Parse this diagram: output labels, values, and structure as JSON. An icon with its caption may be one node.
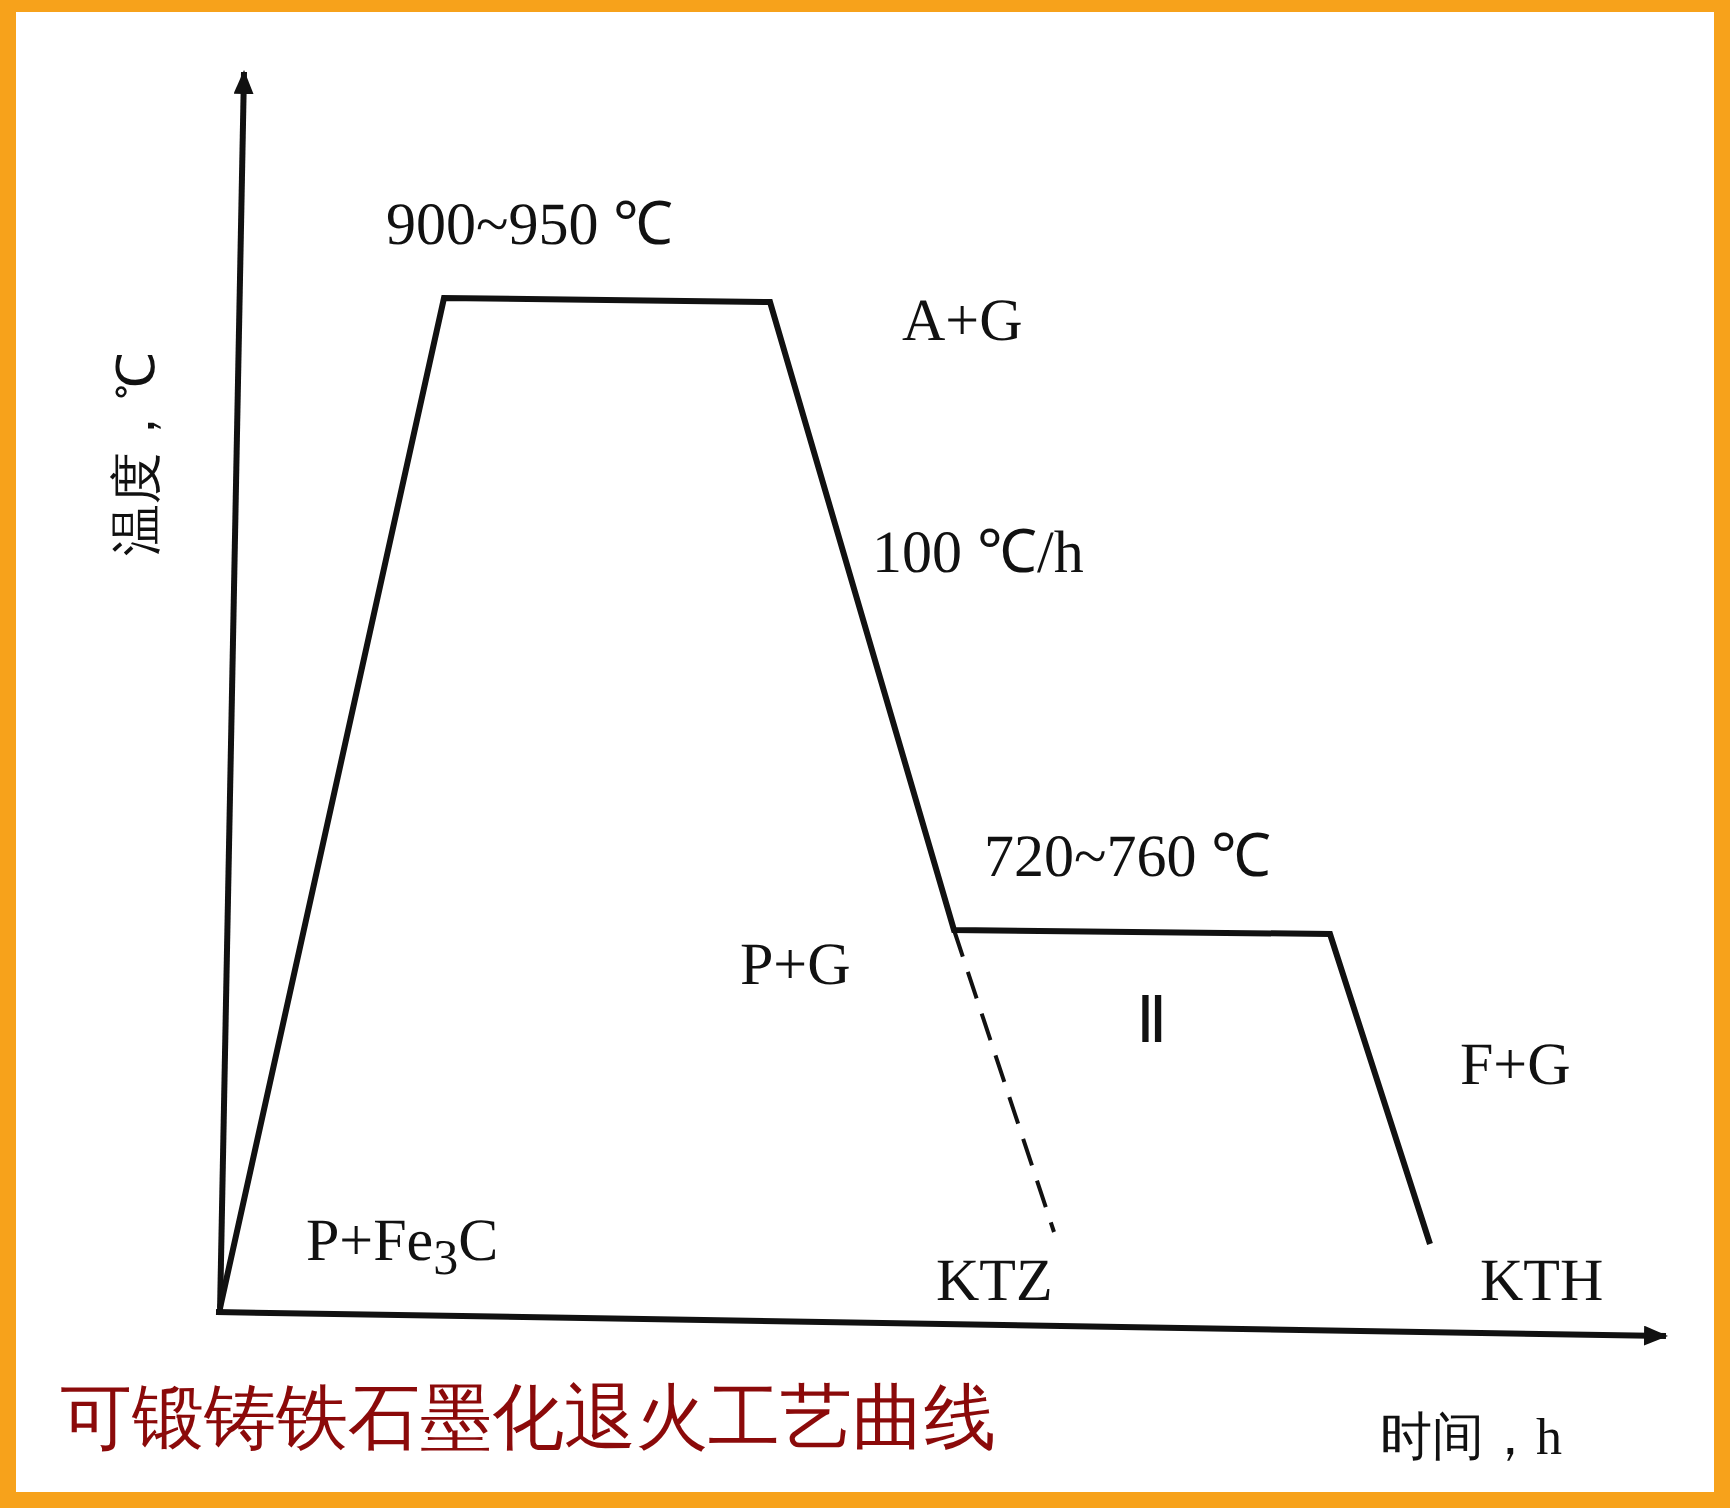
{
  "diagram": {
    "caption": "可锻铸铁石墨化退火工艺曲线",
    "labels": [
      "900~950 ℃",
      "温度，℃",
      "A+G",
      "100 ℃/h",
      "720~760 ℃",
      "P+G",
      "Ⅱ",
      "F+G",
      "P+Fe$_{3}$C",
      "KTZ",
      "KTH",
      "时间，h"
    ]
  }
}
